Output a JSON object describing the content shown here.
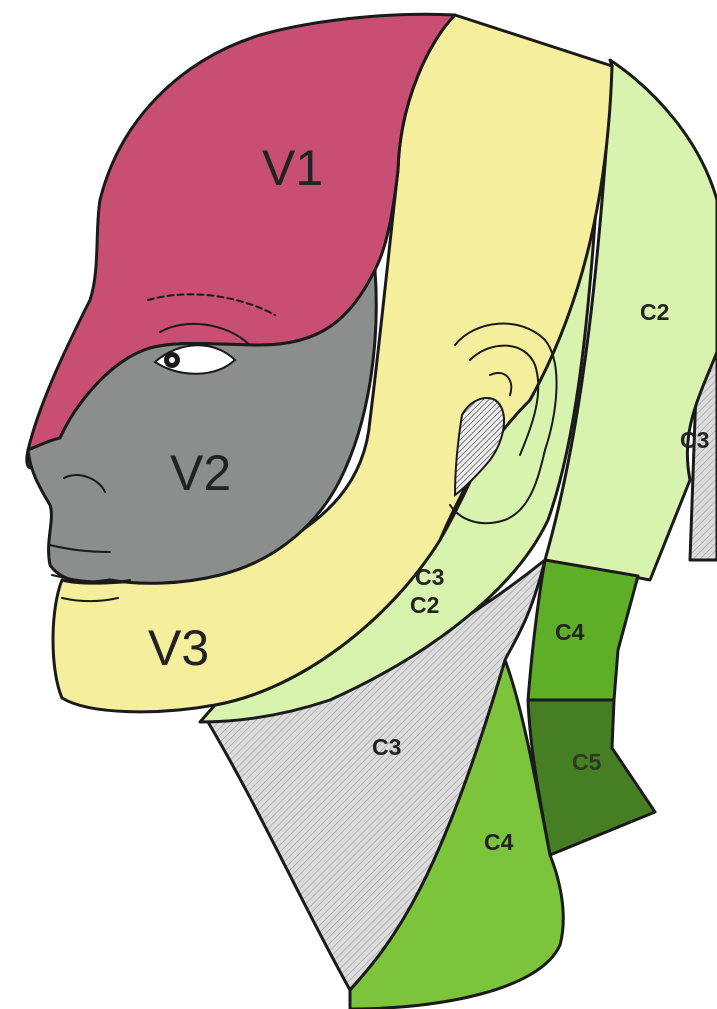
{
  "dermatomes": {
    "v1": {
      "label": "V1",
      "color": "#c84f73"
    },
    "v2": {
      "label": "V2",
      "color": "#8b8e8c"
    },
    "v3": {
      "label": "V3",
      "color": "#f5ef9d"
    },
    "c2": {
      "label": "C2",
      "color": "#d8f3ad"
    },
    "c2_face": {
      "label": "C2",
      "color": "#d8f3ad"
    },
    "c3_face": {
      "label": "C3",
      "color": "#d8f3ad"
    },
    "c3": {
      "label": "C3",
      "color": "#d9d9d9"
    },
    "c3_back": {
      "label": "C3",
      "color": "#d9d9d9"
    },
    "c4": {
      "label": "C4",
      "color": "#7cc43c"
    },
    "c4_back": {
      "label": "C4",
      "color": "#5fae27"
    },
    "c5": {
      "label": "C5",
      "color": "#467f23"
    }
  }
}
